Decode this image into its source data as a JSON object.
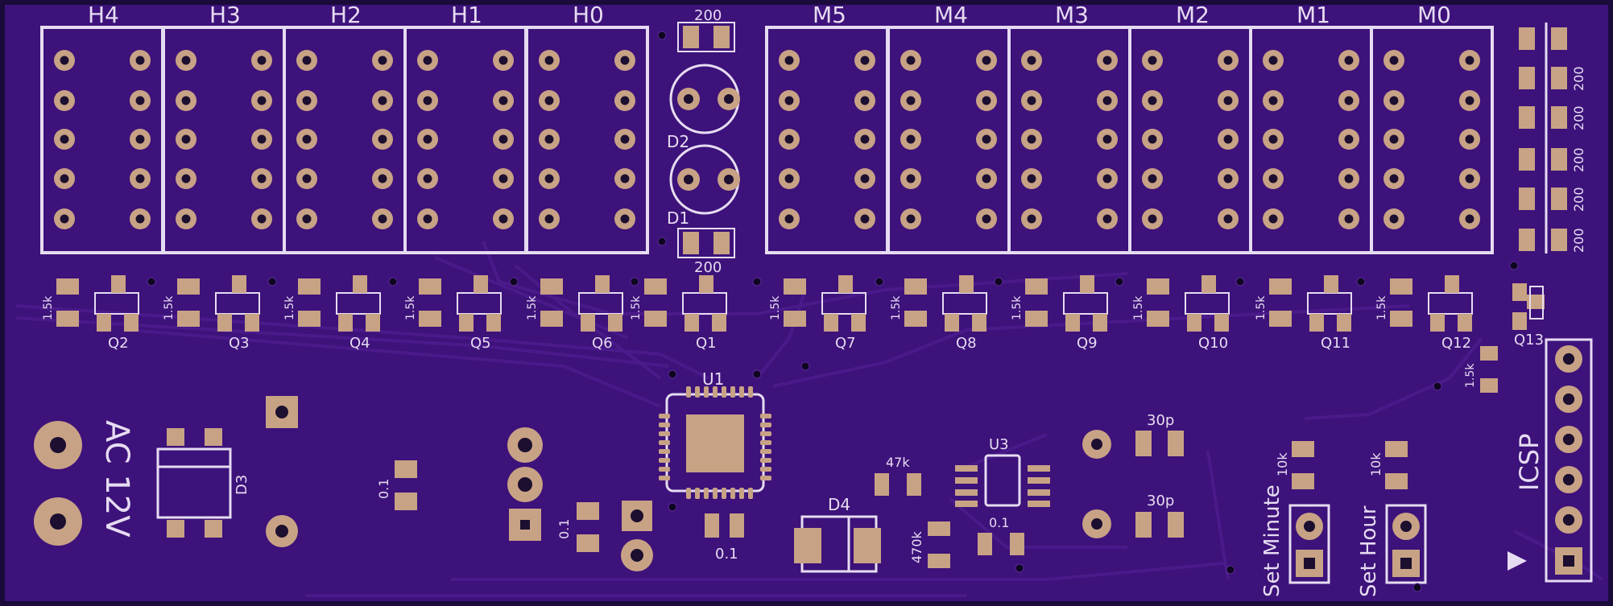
{
  "colors": {
    "board": "#3d127a",
    "edge": "#1a0b3a",
    "silk": "#e6dcf2",
    "pad": "#c8a285",
    "hole": "#1c0f30",
    "trace": "#4a1a8a",
    "via": "#0e0620"
  },
  "labels": {
    "hours": [
      "H4",
      "H3",
      "H2",
      "H1",
      "H0"
    ],
    "minutes": [
      "M5",
      "M4",
      "M3",
      "M2",
      "M1",
      "M0"
    ],
    "r_top": "200",
    "r_bottom": "200",
    "d2": "D2",
    "d1": "D1",
    "right_resistors": [
      "200",
      "200",
      "200",
      "200",
      "200"
    ],
    "base_resistor": "1.5k",
    "transistors": [
      "Q2",
      "Q3",
      "Q4",
      "Q5",
      "Q6",
      "Q1",
      "Q7",
      "Q8",
      "Q9",
      "Q10",
      "Q11",
      "Q12"
    ],
    "q13": "Q13",
    "u1": "U1",
    "u3": "U3",
    "d3": "D3",
    "d4": "D4",
    "power": "AC 12V",
    "cap_01": "0.1",
    "cap_30p": "30p",
    "res_47k": "47k",
    "res_470k": "470k",
    "res_10k": "10k",
    "set_minute": "Set Minute",
    "set_hour": "Set Hour",
    "icsp": "ICSP"
  }
}
